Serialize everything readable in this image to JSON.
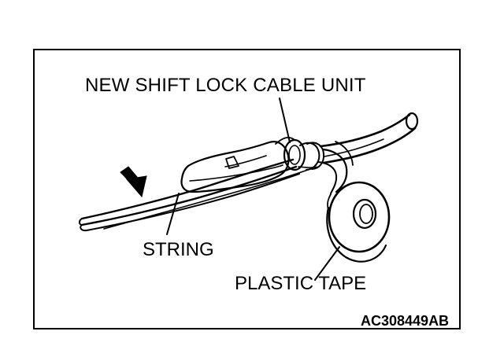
{
  "labels": {
    "cable_unit": "NEW SHIFT LOCK CABLE UNIT",
    "string": "STRING",
    "plastic_tape": "PLASTIC TAPE",
    "figure_code": "AC308449AB"
  },
  "colors": {
    "line": "#000000",
    "background": "#ffffff"
  }
}
